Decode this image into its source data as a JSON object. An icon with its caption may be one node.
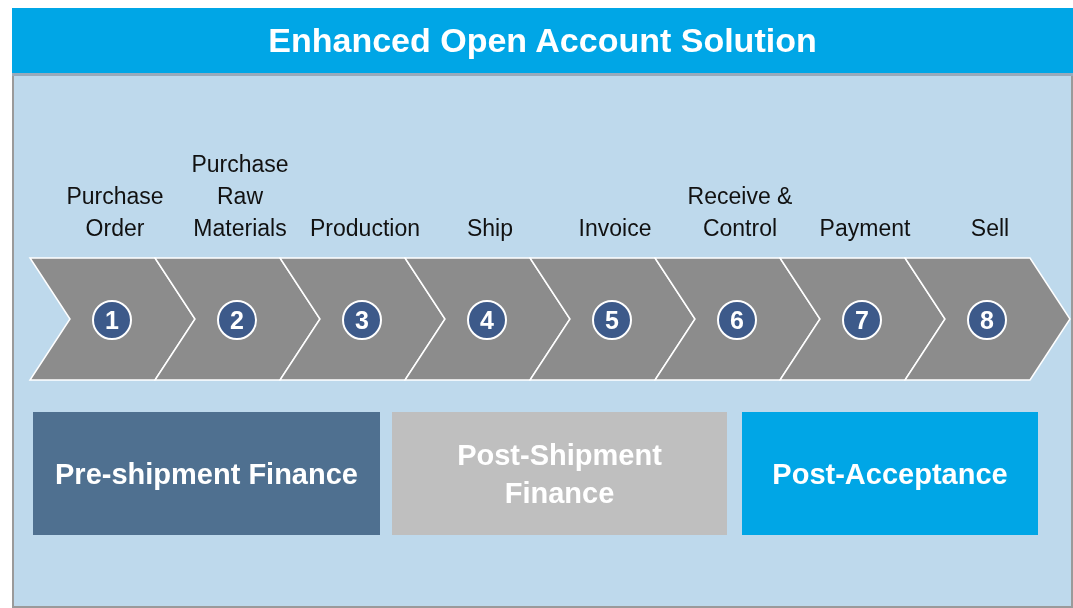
{
  "diagram": {
    "title": "Enhanced Open Account Solution",
    "nodes": [
      {
        "text": [
          "Purchase Order",
          "1"
        ]
      },
      {
        "text": [
          "Purchase Raw Materials",
          "2"
        ]
      },
      {
        "text": [
          "Production",
          "3"
        ]
      },
      {
        "text": [
          "Ship",
          "4"
        ]
      },
      {
        "text": [
          "Invoice",
          "5"
        ]
      },
      {
        "text": [
          "Receive & Control",
          "6"
        ]
      },
      {
        "text": [
          "Payment",
          "7"
        ]
      },
      {
        "text": [
          "Sell",
          "8"
        ]
      },
      {
        "text": [
          "Pre-shipment Finance"
        ]
      },
      {
        "text": [
          "Post-Shipment Finance"
        ]
      },
      {
        "text": [
          "Post-Acceptance"
        ]
      }
    ]
  }
}
